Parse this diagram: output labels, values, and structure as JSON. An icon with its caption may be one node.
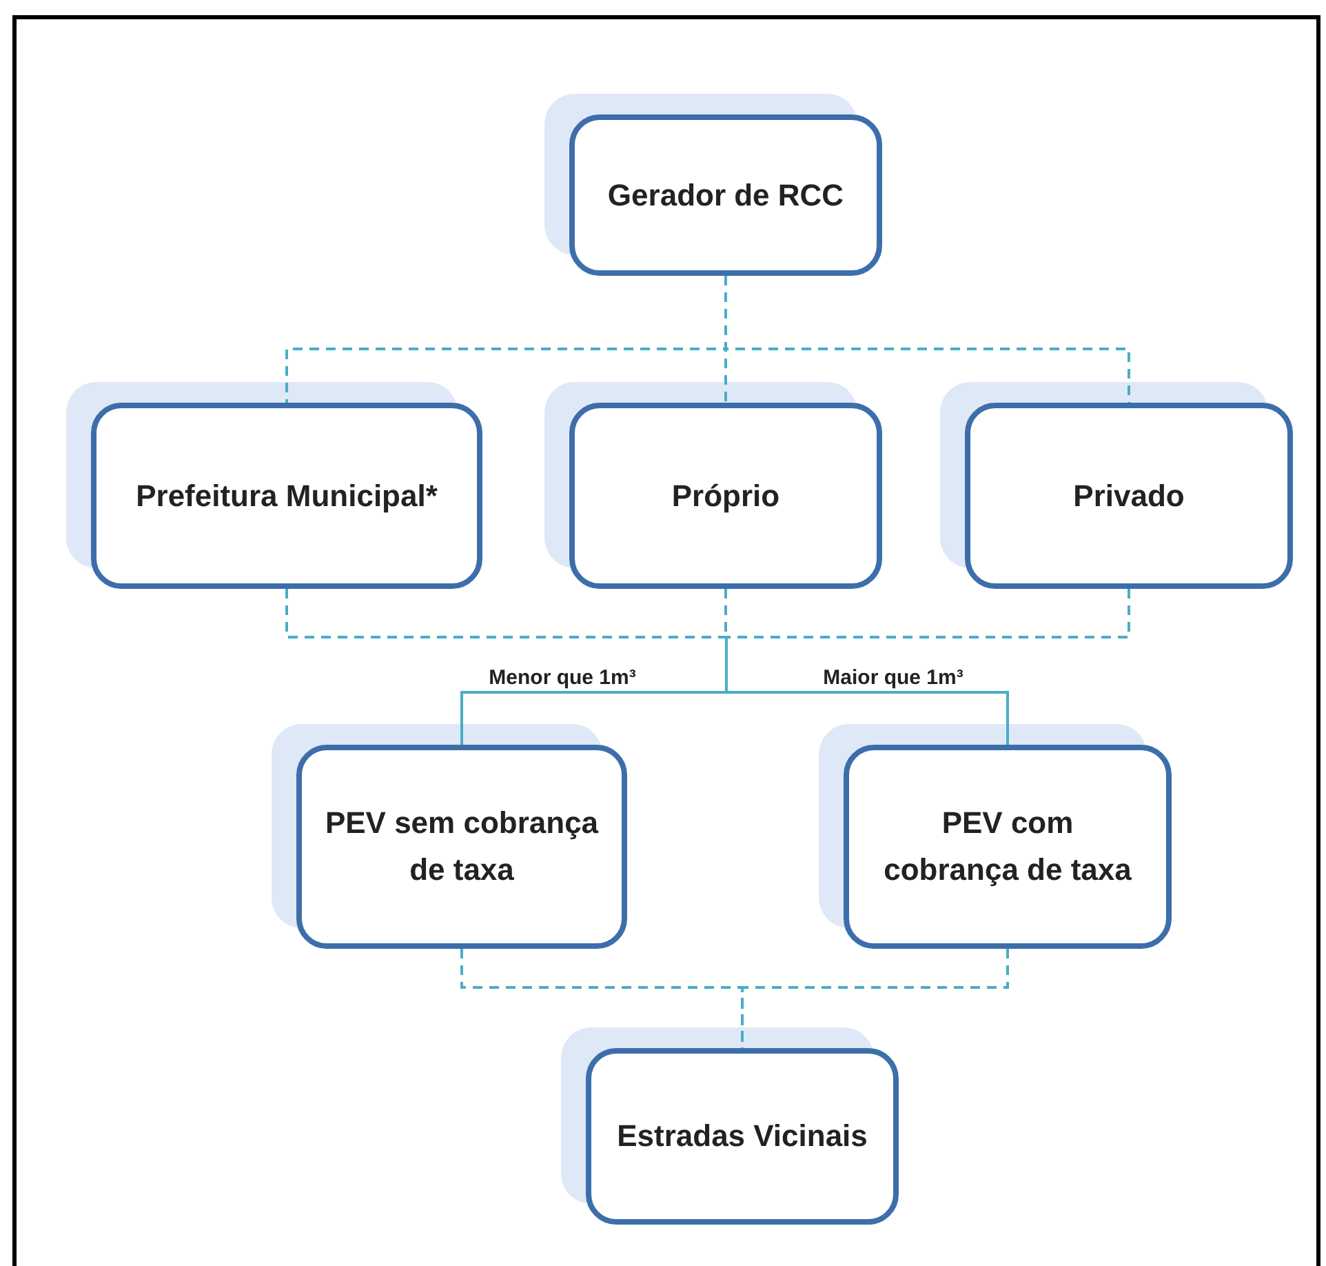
{
  "diagram": {
    "nodes": [
      {
        "text": [
          "Gerador de RCC"
        ]
      },
      {
        "text": [
          "Prefeitura Municipal*"
        ]
      },
      {
        "text": [
          "Próprio"
        ]
      },
      {
        "text": [
          "Privado"
        ]
      },
      {
        "text": [
          "PEV sem cobrança de taxa"
        ]
      },
      {
        "text": [
          "PEV com cobrança de taxa"
        ]
      },
      {
        "text": [
          "Estradas Vicinais"
        ]
      }
    ],
    "edges": [
      {
        "from": 0,
        "to": 1,
        "arrow": "none",
        "style": "dashed"
      },
      {
        "from": 0,
        "to": 2,
        "arrow": "none",
        "style": "dashed"
      },
      {
        "from": 0,
        "to": 3,
        "arrow": "none",
        "style": "dashed"
      },
      {
        "from": 1,
        "to": 4,
        "arrow": "none",
        "style": "dashed"
      },
      {
        "from": 2,
        "to": 4,
        "arrow": "none",
        "style": "dashed",
        "label": "Menor que 1m³"
      },
      {
        "from": 3,
        "to": 4,
        "arrow": "none",
        "style": "dashed"
      },
      {
        "from": 1,
        "to": 5,
        "arrow": "none",
        "style": "dashed"
      },
      {
        "from": 2,
        "to": 5,
        "arrow": "none",
        "style": "dashed",
        "label": "Maior que 1m³"
      },
      {
        "from": 3,
        "to": 5,
        "arrow": "none",
        "style": "dashed"
      },
      {
        "from": 4,
        "to": 6,
        "arrow": "none",
        "style": "dashed"
      },
      {
        "from": 5,
        "to": 6,
        "arrow": "none",
        "style": "dashed"
      }
    ]
  }
}
